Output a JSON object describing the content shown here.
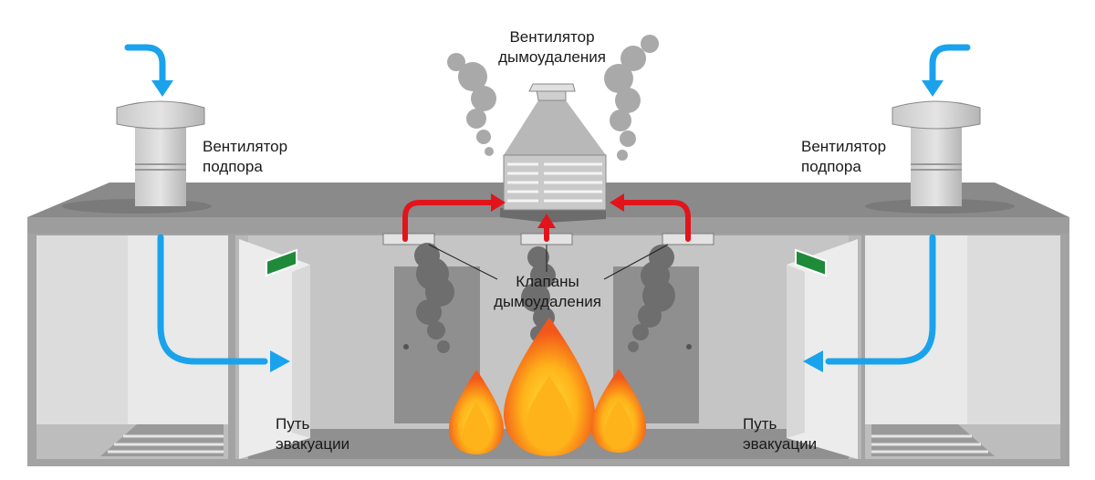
{
  "labels": {
    "exhaust_fan": {
      "line1": "Вентилятор",
      "line2": "дымоудаления"
    },
    "supply_fan_left": {
      "line1": "Вентилятор",
      "line2": "подпора"
    },
    "supply_fan_right": {
      "line1": "Вентилятор",
      "line2": "подпора"
    },
    "smoke_valves": {
      "line1": "Клапаны",
      "line2": "дымоудаления"
    },
    "evacuation_left": {
      "line1": "Путь",
      "line2": "эвакуации"
    },
    "evacuation_right": {
      "line1": "Путь",
      "line2": "эвакуации"
    }
  },
  "colors": {
    "airflow": "#1aa3ec",
    "smoke_flow": "#e2141b",
    "exit_sign": "#1f8a3a",
    "flame_outer": "#ff7a10",
    "flame_inner": "#ffd21e",
    "smoke": "#8c8c8c"
  },
  "icons": [
    "supply-fan-icon",
    "exhaust-fan-icon",
    "exit-sign-icon",
    "fire-icon",
    "door-icon",
    "stairs-icon",
    "smoke-valve-icon"
  ]
}
